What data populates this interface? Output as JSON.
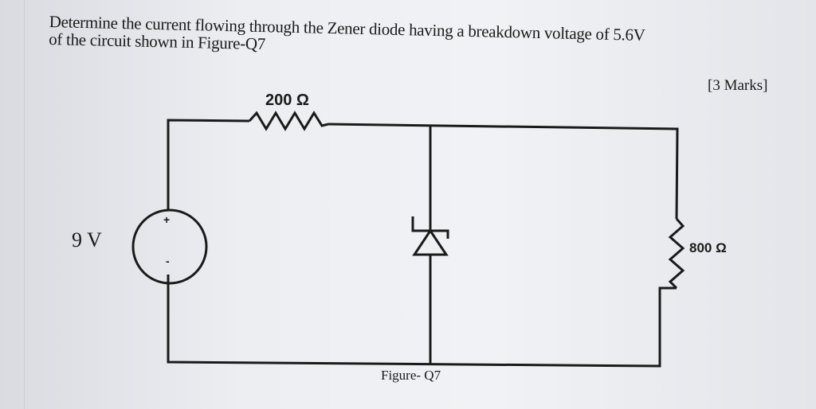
{
  "question": {
    "line1": "Determine the current flowing through the Zener diode having a breakdown voltage of 5.6V",
    "line2": "of the circuit shown in Figure-Q7",
    "marks": "[3 Marks]"
  },
  "circuit": {
    "series_resistor": "200 Ω",
    "source_voltage": "9 V",
    "load_resistor": "800 Ω",
    "source_plus": "+",
    "source_minus": "-",
    "caption": "Figure- Q7"
  }
}
